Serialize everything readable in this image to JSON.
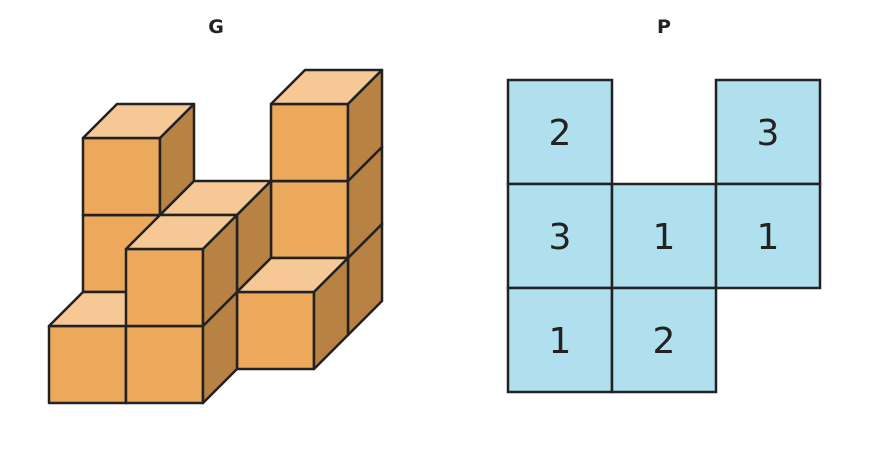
{
  "left_panel": {
    "title": "G",
    "colors": {
      "top": "#f5c895",
      "front": "#eca95b",
      "side": "#b88244",
      "edge": "#222222"
    }
  },
  "right_panel": {
    "title": "P",
    "colors": {
      "fill": "#b0e0ee",
      "edge": "#222222"
    },
    "rows": [
      [
        "2",
        null,
        "3"
      ],
      [
        "3",
        "1",
        "1"
      ],
      [
        "1",
        "2",
        null
      ]
    ]
  }
}
